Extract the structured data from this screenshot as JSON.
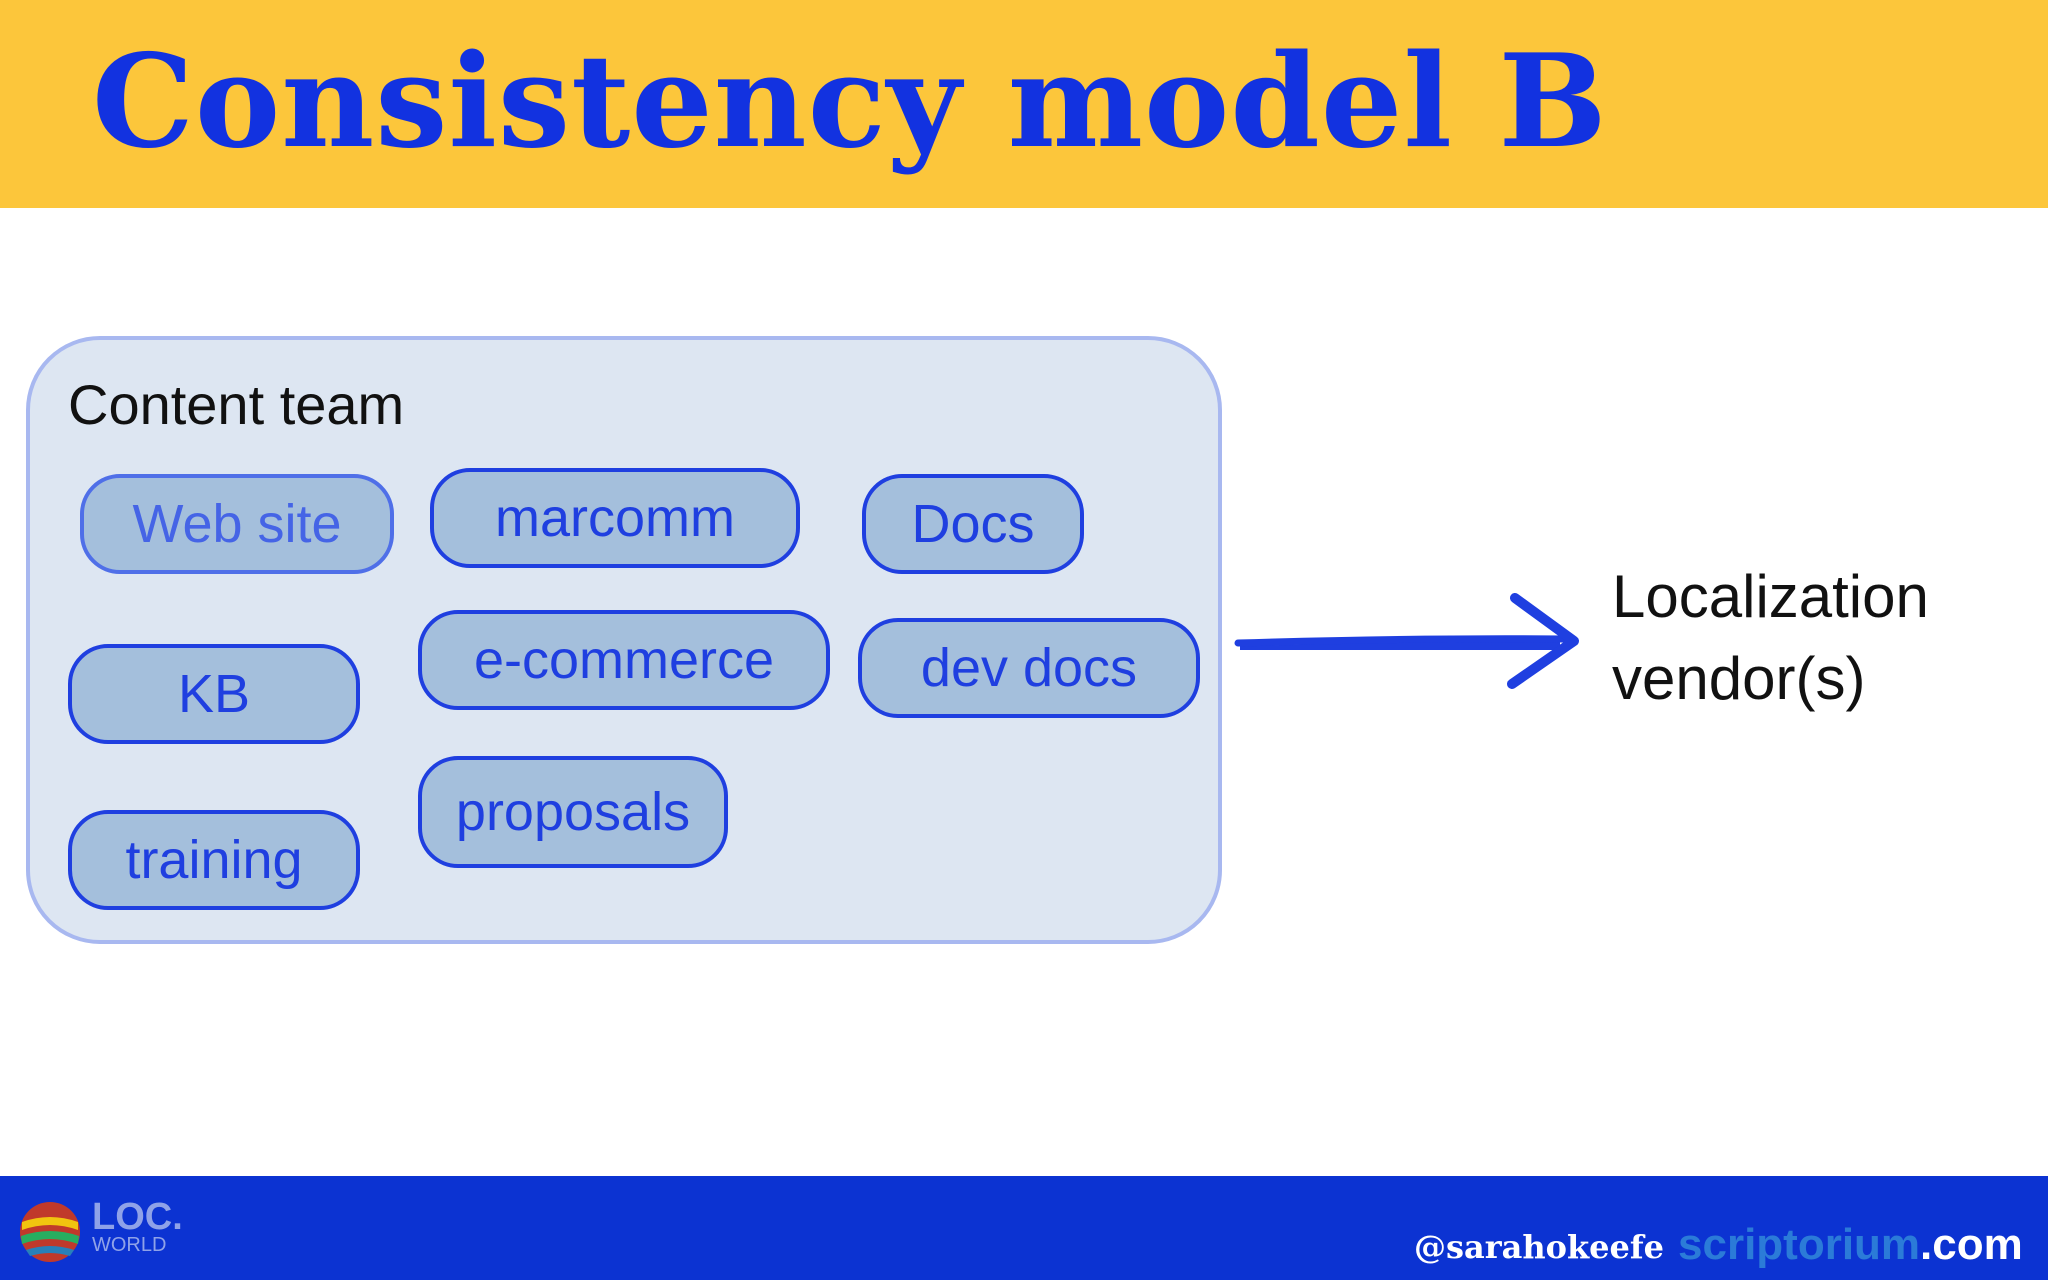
{
  "slide": {
    "title": "Consistency model B",
    "team_label": "Content team",
    "pills": [
      "Web site",
      "marcomm",
      "Docs",
      "KB",
      "e-commerce",
      "dev docs",
      "training",
      "proposals"
    ],
    "target_line1": "Localization",
    "target_line2": "vendor(s)"
  },
  "footer": {
    "logo_main": "LOC.",
    "logo_sub": "WORLD",
    "handle": "@sarahokeefe",
    "site_name": "scriptorium",
    "site_tld": ".com"
  },
  "colors": {
    "header_bg": "#fcc63b",
    "title": "#1232e0",
    "pill_fill": "#a4bfdc",
    "pill_border": "#1f3fe0",
    "container_fill": "#dde6f2",
    "footer_bg": "#0c33d2"
  }
}
